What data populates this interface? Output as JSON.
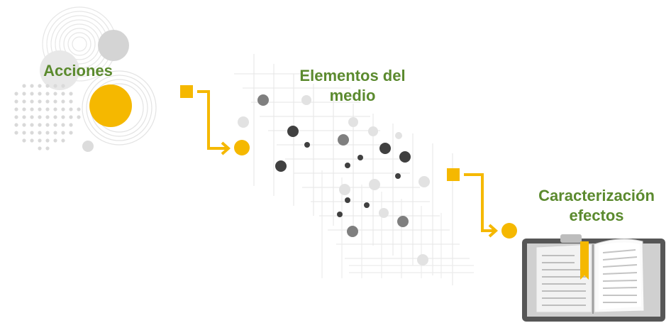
{
  "diagram": {
    "accent_color": "#f5b800",
    "label_color": "#5b8a2e",
    "stages": [
      {
        "id": "acciones",
        "lines": [
          "Acciones"
        ],
        "icon": "concentric-circles-dots-icon"
      },
      {
        "id": "elementos",
        "lines": [
          "Elementos del",
          "medio"
        ],
        "icon": "scattered-dots-grid-icon"
      },
      {
        "id": "caracterizacion",
        "lines": [
          "Caracterización",
          "efectos"
        ],
        "icon": "open-book-icon"
      }
    ],
    "connectors": [
      {
        "from": "acciones",
        "to": "elementos",
        "icon": "square-to-circle-arrow-icon"
      },
      {
        "from": "elementos",
        "to": "caracterizacion",
        "icon": "square-to-circle-arrow-icon"
      }
    ]
  }
}
